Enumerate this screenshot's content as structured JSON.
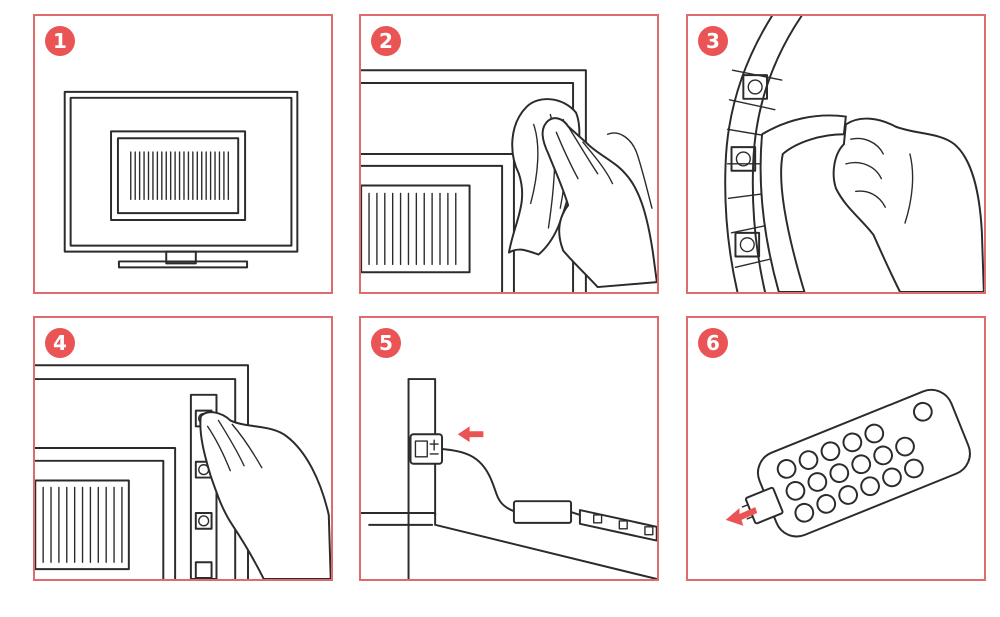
{
  "steps": [
    {
      "number": "1",
      "icon": "tv-icon"
    },
    {
      "number": "2",
      "icon": "wipe-cloth-icon"
    },
    {
      "number": "3",
      "icon": "peel-tape-icon"
    },
    {
      "number": "4",
      "icon": "press-strip-icon"
    },
    {
      "number": "5",
      "icon": "usb-plug-icon"
    },
    {
      "number": "6",
      "icon": "remote-battery-icon"
    }
  ],
  "colors": {
    "frame": "#e06b6f",
    "badge": "#ea5455",
    "arrow": "#ea5455",
    "line": "#2b2b2b"
  }
}
